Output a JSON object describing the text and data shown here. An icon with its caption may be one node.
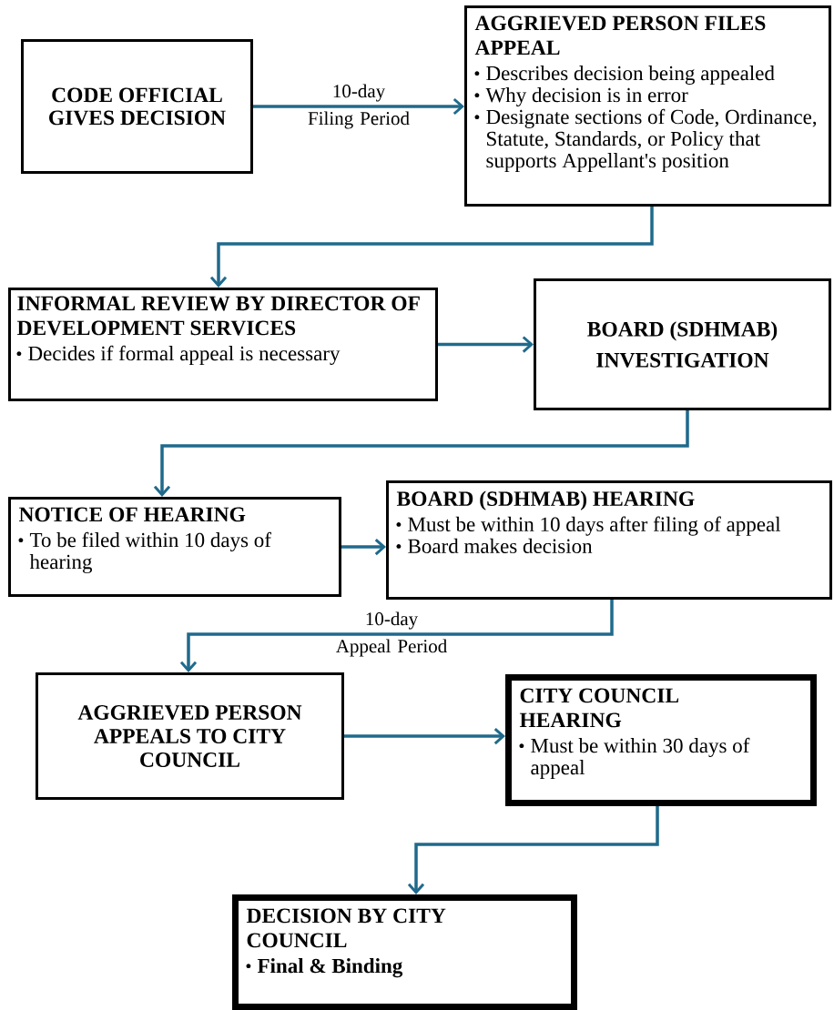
{
  "diagram": {
    "nodes": [
      {
        "text": [
          "CODE OFFICIAL GIVES DECISION"
        ]
      },
      {
        "text": [
          "AGGRIEVED PERSON FILES APPEAL",
          "Describes decision being appealed",
          "Why decision is in error",
          "Designate sections of Code, Ordinance, Statute, Standards, or Policy that supports Appellant's position"
        ]
      },
      {
        "text": [
          "INFORMAL REVIEW BY DIRECTOR OF DEVELOPMENT SERVICES",
          "Decides if formal appeal is necessary"
        ]
      },
      {
        "text": [
          "BOARD (SDHMAB) INVESTIGATION"
        ]
      },
      {
        "text": [
          "NOTICE OF HEARING",
          "To be filed within 10 days of hearing"
        ]
      },
      {
        "text": [
          "BOARD (SDHMAB) HEARING",
          "Must be within 10 days after filing of appeal",
          "Board makes decision"
        ]
      },
      {
        "text": [
          "AGGRIEVED PERSON APPEALS TO CITY COUNCIL"
        ]
      },
      {
        "text": [
          "CITY COUNCIL HEARING",
          "Must be within 30 days of appeal"
        ]
      },
      {
        "text": [
          "DECISION BY CITY COUNCIL",
          "Final & Binding"
        ]
      }
    ],
    "edges": [
      {
        "from": 0,
        "to": 1,
        "arrow": "to",
        "label": "10-day Filing Period"
      },
      {
        "from": 1,
        "to": 2,
        "arrow": "to"
      },
      {
        "from": 2,
        "to": 3,
        "arrow": "to"
      },
      {
        "from": 3,
        "to": 4,
        "arrow": "to"
      },
      {
        "from": 4,
        "to": 5,
        "arrow": "to"
      },
      {
        "from": 5,
        "to": 6,
        "arrow": "to",
        "label": "10-day Appeal Period"
      },
      {
        "from": 6,
        "to": 7,
        "arrow": "to"
      },
      {
        "from": 7,
        "to": 8,
        "arrow": "to"
      }
    ]
  }
}
